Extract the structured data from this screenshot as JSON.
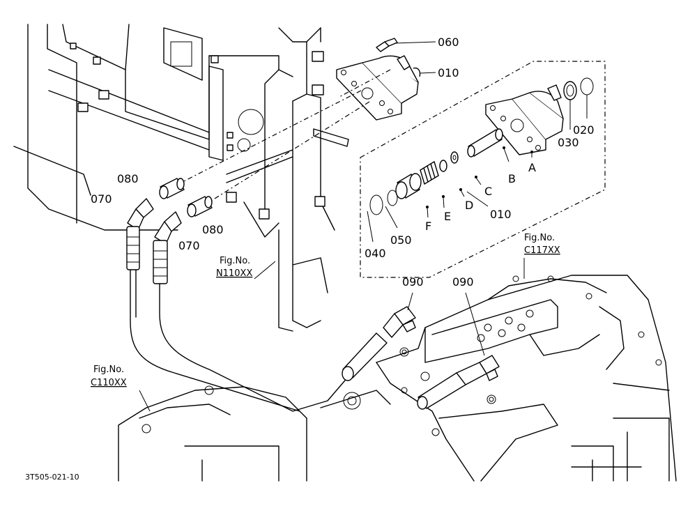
{
  "labels": {
    "p060": "060",
    "p010_top": "010",
    "p010_detail": "010",
    "p020": "020",
    "p030": "030",
    "pA": "A",
    "pB": "B",
    "pC": "C",
    "pD": "D",
    "pE": "E",
    "pF": "F",
    "p040": "040",
    "p050": "050",
    "p080_a": "080",
    "p080_b": "080",
    "p070_a": "070",
    "p070_b": "070",
    "p090_a": "090",
    "p090_b": "090"
  },
  "fig_refs": {
    "n110": {
      "prefix": "Fig.No.",
      "code": "N110XX"
    },
    "c117": {
      "prefix": "Fig.No.",
      "code": "C117XX"
    },
    "c110": {
      "prefix": "Fig.No.",
      "code": "C110XX"
    }
  },
  "drawing_code": "3T505-021-10"
}
